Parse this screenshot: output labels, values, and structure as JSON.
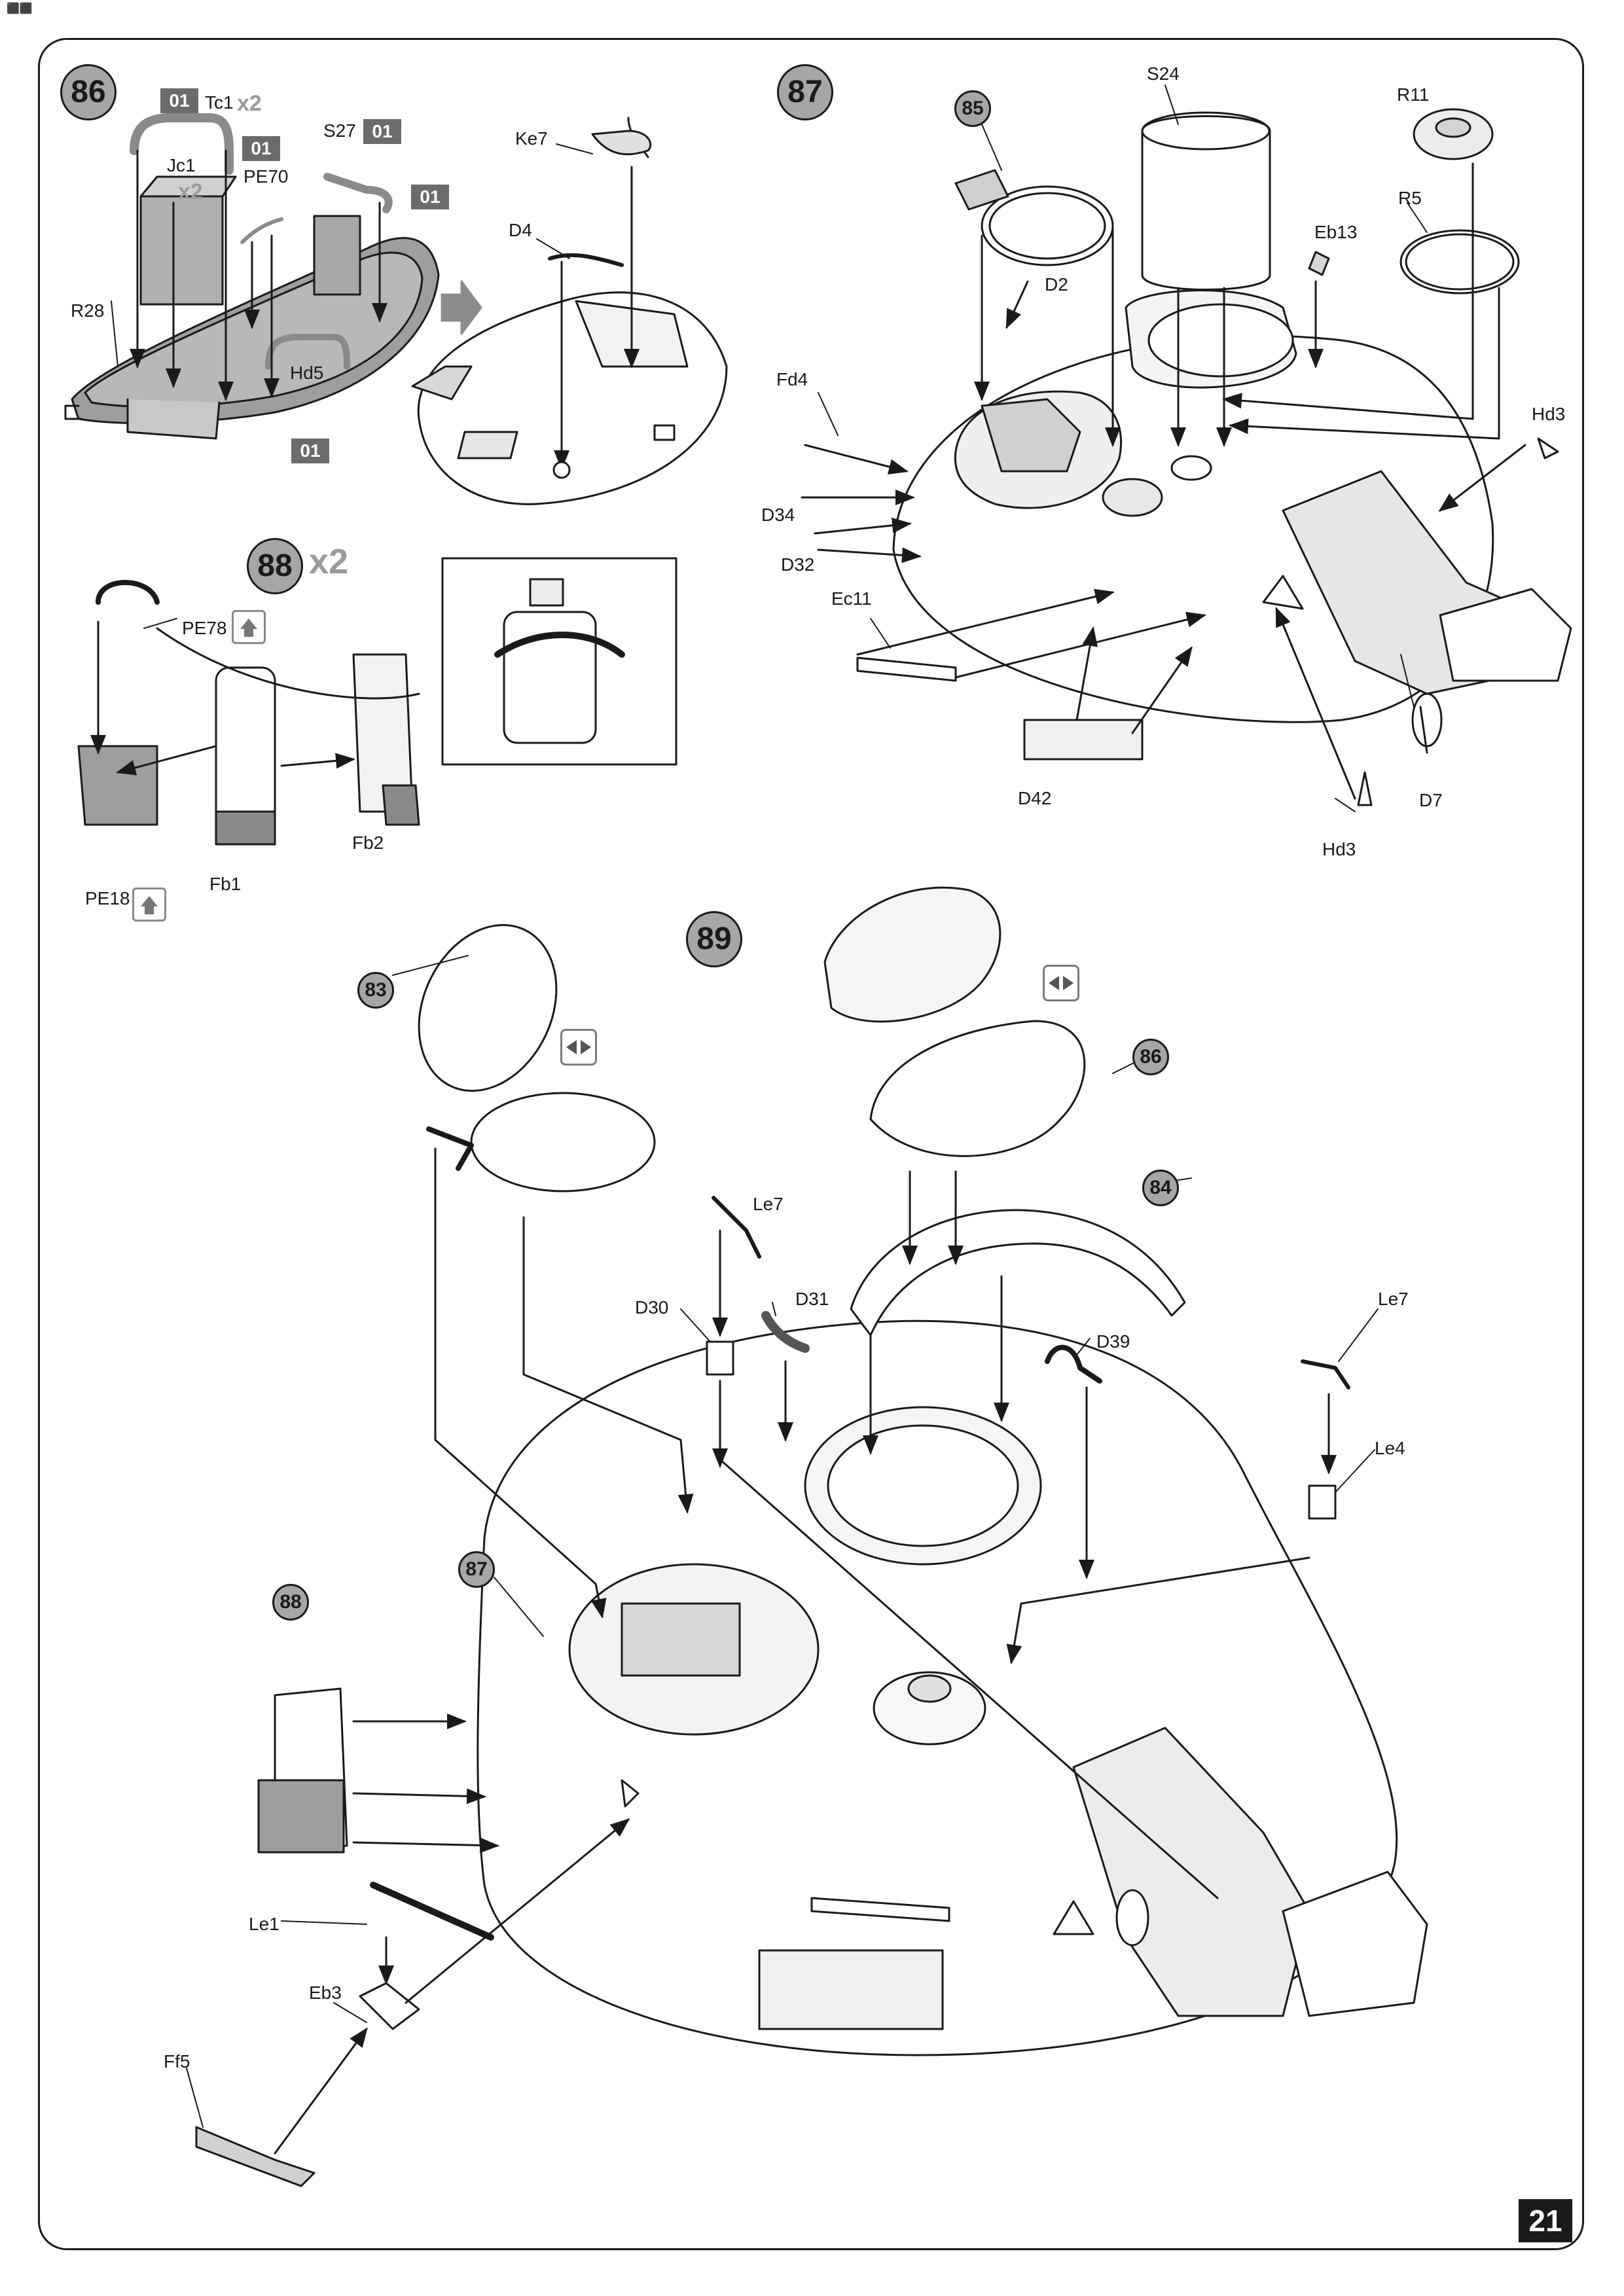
{
  "page": {
    "number": "21"
  },
  "steps": [
    {
      "id": "86",
      "number": "86"
    },
    {
      "id": "87",
      "number": "87"
    },
    {
      "id": "88",
      "number": "88",
      "multiplier": "2"
    },
    {
      "id": "89",
      "number": "89"
    }
  ],
  "step_refs": {
    "s87_85": "85",
    "s89_83": "83",
    "s89_86": "86",
    "s89_84": "84",
    "s89_87": "87",
    "s89_88": "88"
  },
  "sprue_badges": {
    "b1": "01",
    "b2": "01",
    "b3": "01",
    "b4": "01",
    "b5": "01"
  },
  "multipliers": {
    "tc1": "2",
    "jc1": "2"
  },
  "labels": {
    "tc1": "Tc1",
    "jc1": "Jc1",
    "s27": "S27",
    "pe70": "PE70",
    "r28": "R28",
    "hd5": "Hd5",
    "ke7": "Ke7",
    "d4": "D4",
    "s24": "S24",
    "r11": "R11",
    "r5": "R5",
    "eb13": "Eb13",
    "hd3a": "Hd3",
    "d2": "D2",
    "fd4": "Fd4",
    "d34": "D34",
    "d32": "D32",
    "ec11": "Ec11",
    "d42": "D42",
    "hd3b": "Hd3",
    "d7": "D7",
    "pe78": "PE78",
    "pe18": "PE18",
    "fb1": "Fb1",
    "fb2": "Fb2",
    "le7a": "Le7",
    "d30": "D30",
    "d31": "D31",
    "d39": "D39",
    "le7b": "Le7",
    "le4": "Le4",
    "le1": "Le1",
    "eb3": "Eb3",
    "ff5": "Ff5"
  },
  "icons": {
    "photo_etch_up": "photo-etch-arrow-icon",
    "flip": "flip-assembly-icon",
    "next": "next-arrow-icon",
    "logo": "publisher-logo-icon"
  },
  "colors": {
    "badge_bg": "#6b6b6b",
    "step_fill": "#a6a6a6",
    "line": "#1a1a1a",
    "part_fill": "#9e9e9e"
  }
}
